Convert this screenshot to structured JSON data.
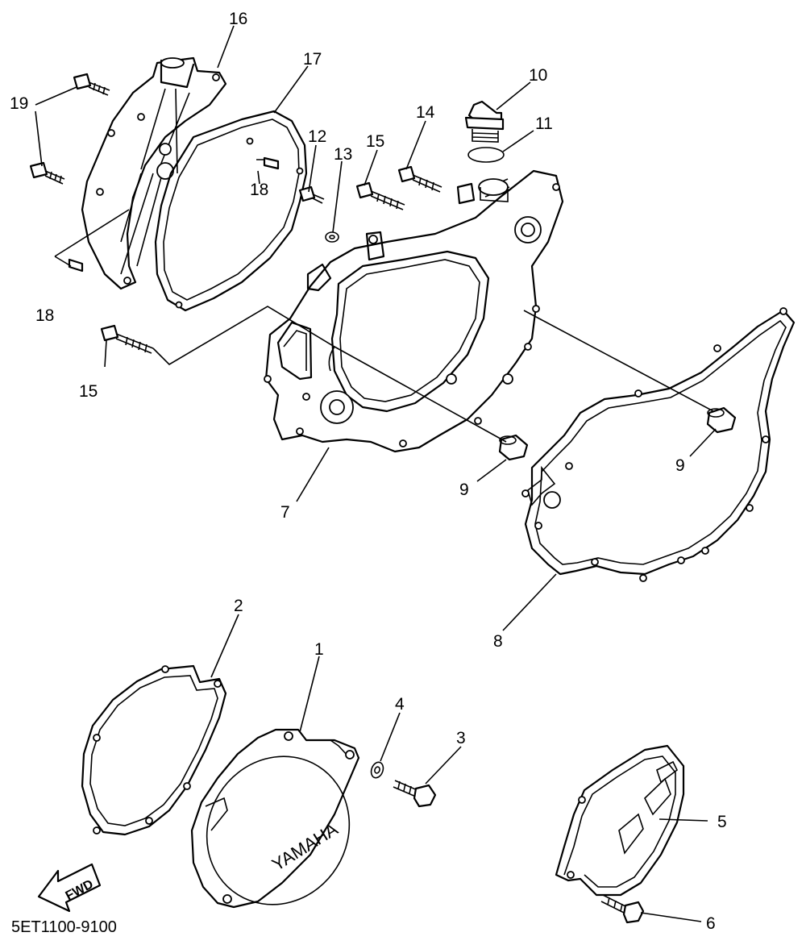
{
  "diagram_code": "5ET1100-9100",
  "fwd_label": "FWD",
  "logo_text": "YAMAHA",
  "part_numbers": {
    "p1": "1",
    "p2": "2",
    "p3": "3",
    "p4": "4",
    "p5": "5",
    "p6": "6",
    "p7": "7",
    "p8": "8",
    "p9a": "9",
    "p9b": "9",
    "p10": "10",
    "p11": "11",
    "p12": "12",
    "p13": "13",
    "p14": "14",
    "p15a": "15",
    "p15b": "15",
    "p16": "16",
    "p17": "17",
    "p18a": "18",
    "p18b": "18",
    "p19": "19"
  },
  "icons": [
    "bolt-icon",
    "gasket-icon",
    "cover-icon",
    "washer-icon",
    "dowel-pin-icon",
    "oil-filler-cap-icon",
    "o-ring-icon",
    "fwd-arrow-icon"
  ]
}
